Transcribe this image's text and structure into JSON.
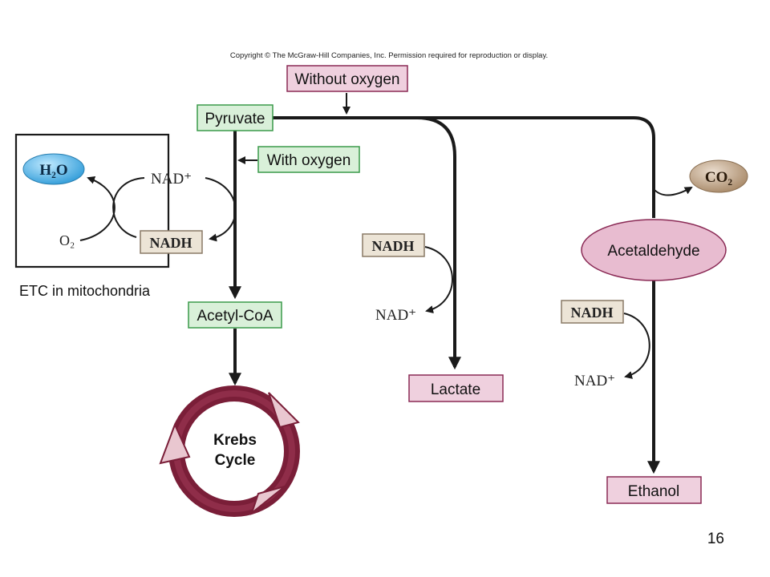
{
  "copyright": "Copyright © The McGraw-Hill Companies, Inc. Permission required for reproduction or display.",
  "labels": {
    "without_oxygen": "Without oxygen",
    "pyruvate": "Pyruvate",
    "with_oxygen": "With oxygen",
    "acetyl_coa": "Acetyl-CoA",
    "krebs_line1": "Krebs",
    "krebs_line2": "Cycle",
    "etc_caption": "ETC in mitochondria",
    "h2o": "H₂O",
    "o2": "O₂",
    "co2": "CO₂",
    "nad_plus": "NAD⁺",
    "nadh": "NADH",
    "acetaldehyde": "Acetaldehyde",
    "lactate": "Lactate",
    "ethanol": "Ethanol"
  },
  "page_number": "16",
  "colors": {
    "green_box_fill": "#d9f0d9",
    "green_box_stroke": "#3a9a4a",
    "pink_box_fill": "#efd0de",
    "pink_box_stroke": "#8a2a55",
    "nadh_fill": "#ece4d6",
    "nadh_stroke": "#8a7a66",
    "h2o_fill": "#4db3e6",
    "co2_fill": "#c7ab8e",
    "krebs": "#7a1e38",
    "line": "#1a1a1a"
  }
}
